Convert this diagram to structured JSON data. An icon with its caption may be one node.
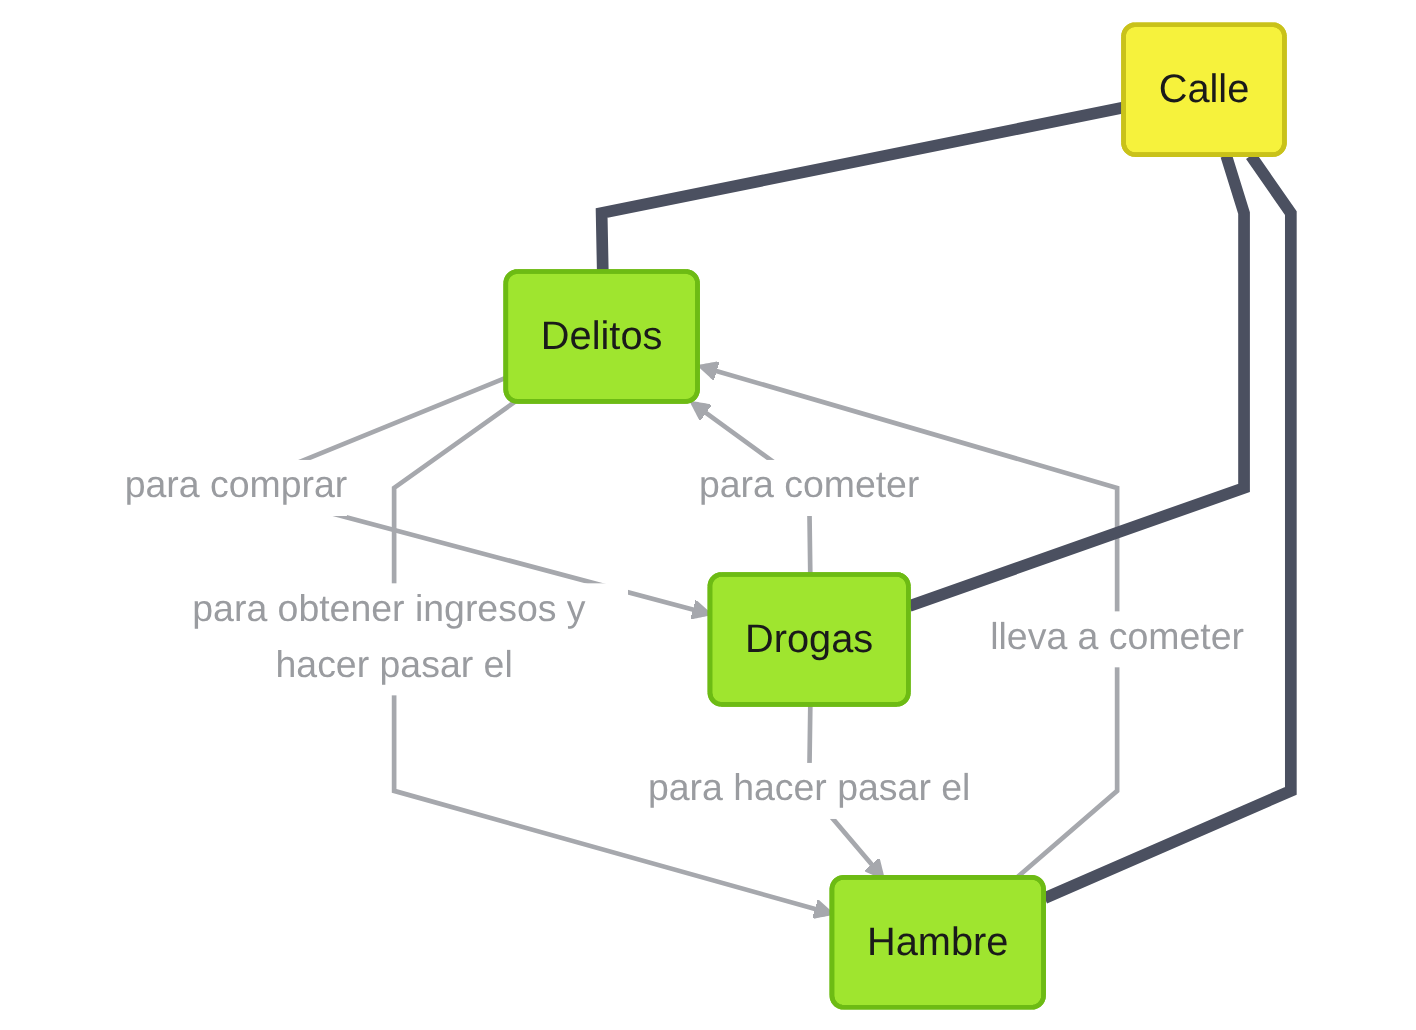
{
  "diagram": {
    "nodes": [
      {
        "text": [
          "Delitos"
        ]
      },
      {
        "text": [
          "Calle"
        ]
      },
      {
        "text": [
          "Drogas"
        ]
      },
      {
        "text": [
          "Hambre"
        ]
      }
    ],
    "edges": [
      {
        "from": 0,
        "to": 2,
        "arrow": "to",
        "label": "para comprar"
      },
      {
        "from": 2,
        "to": 0,
        "arrow": "to",
        "label": "para cometer"
      },
      {
        "from": 0,
        "to": 3,
        "arrow": "to",
        "label": "para obtener ingresos y hacer pasar el"
      },
      {
        "from": 3,
        "to": 0,
        "arrow": "to",
        "label": "lleva a cometer"
      },
      {
        "from": 2,
        "to": 3,
        "arrow": "to",
        "label": "para hacer pasar el"
      },
      {
        "from": 1,
        "to": 0,
        "arrow": "none",
        "style": "thick",
        "color": "#4b5060"
      },
      {
        "from": 1,
        "to": 2,
        "arrow": "none",
        "style": "thick",
        "color": "#4b5060"
      },
      {
        "from": 1,
        "to": 3,
        "arrow": "none",
        "style": "thick",
        "color": "#4b5060"
      }
    ]
  }
}
